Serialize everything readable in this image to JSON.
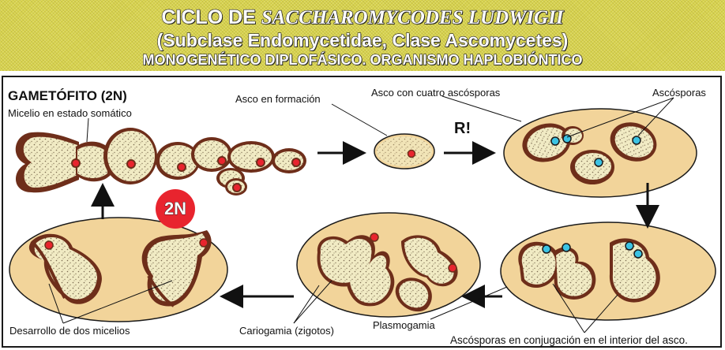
{
  "header": {
    "title_prefix": "CICLO DE",
    "title_species": "SACCHAROMYCODES LUDWIGII",
    "subtitle": "(Subclase Endomycetidae, Clase Ascomycetes)",
    "tagline": "MONOGENÉTICO DIPLOFÁSICO. ORGANISMO HAPLOBIÓNTICO"
  },
  "labels": {
    "gametofito": "GAMETÓFITO (2N)",
    "micelio": "Micelio en estado somático",
    "asco_formacion": "Asco en formación",
    "asco_cuatro": "Asco con cuatro ascósporas",
    "ascosporas": "Ascósporas",
    "reduction": "R!",
    "desarrollo": "Desarrollo de dos micelios",
    "cariogamia": "Cariogamia (zigotos)",
    "plasmogamia": "Plasmogamia",
    "conjugacion": "Ascósporas en conjugación en el interior del asco.",
    "ploidy_badge": "2N"
  },
  "colors": {
    "banner": "#d7d24e",
    "ascus_fill": "#f2d49a",
    "cell_fill": "#f1ebc4",
    "cell_wall": "#6e2e1a",
    "nucleus_2n": "#e8242e",
    "nucleus_n": "#3cc3e3",
    "badge": "#e8242e"
  }
}
